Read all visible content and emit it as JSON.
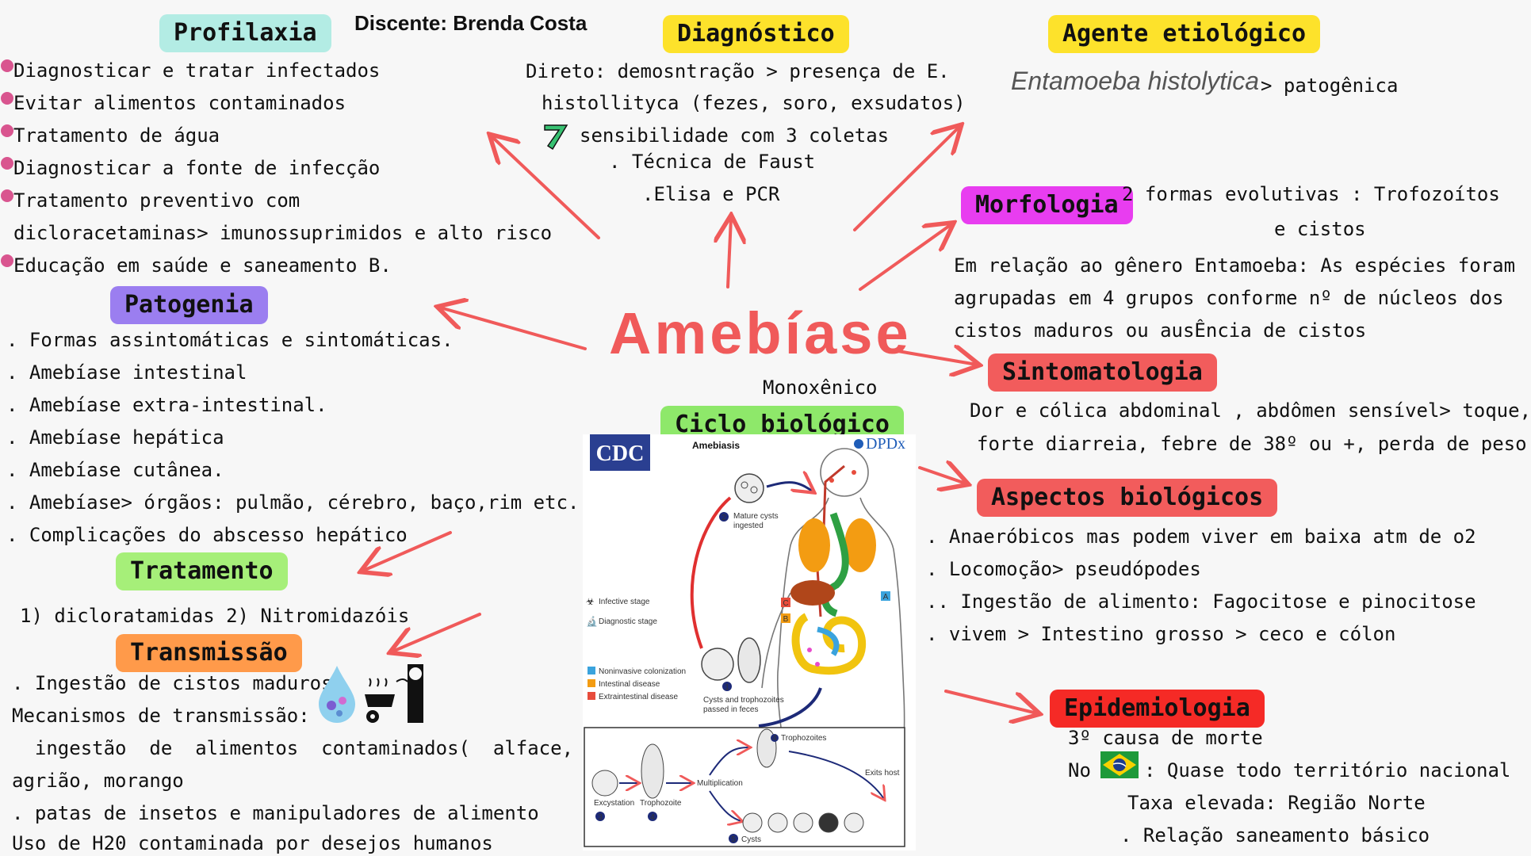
{
  "title": "Amebíase",
  "student": "Discente: Brenda Costa",
  "colors": {
    "profilaxia": "#b3ece4",
    "diagnostico": "#fde22b",
    "agente": "#fde22b",
    "morfologia": "#e83df0",
    "patogenia": "#9b7ef0",
    "sintomatologia": "#f25c5c",
    "aspectos": "#f25c5c",
    "ciclo": "#8ee86a",
    "tratamento": "#a6ef79",
    "transmissao": "#ff9a4a",
    "epidemiologia": "#f52a26",
    "arrow": "#f05a5a"
  },
  "profilaxia": {
    "label": "Profilaxia",
    "items": [
      "Diagnosticar e tratar infectados",
      "Evitar alimentos contaminados",
      "Tratamento de água",
      "Diagnosticar a fonte de infecção",
      "Tratamento preventivo com",
      "dicloracetaminas> imunossuprimidos e alto risco",
      "Educação em saúde e saneamento B."
    ]
  },
  "diagnostico": {
    "label": "Diagnóstico",
    "lines": [
      "Direto: demosntração > presença de E.",
      "histollityca (fezes, soro, exsudatos)",
      "sensibilidade com 3 coletas",
      ". Técnica de Faust",
      ".Elisa e PCR"
    ]
  },
  "agente": {
    "label": "Agente etiológico",
    "species": "Entamoeba histolytica",
    "suffix": "> patogênica"
  },
  "morfologia": {
    "label": "Morfologia",
    "lines": [
      "2 formas evolutivas  : Trofozoítos",
      "e cistos",
      "Em relação ao gênero Entamoeba: As espécies foram",
      "agrupadas em 4 grupos conforme nº de núcleos dos",
      "cistos maduros ou ausÊncia de cistos"
    ]
  },
  "patogenia": {
    "label": "Patogenia",
    "items": [
      ". Formas assintomáticas e sintomáticas.",
      ". Amebíase intestinal",
      ". Amebíase extra-intestinal.",
      ". Amebíase hepática",
      ". Amebíase cutânea.",
      ". Amebíase> órgãos: pulmão, cérebro, baço,rim etc.",
      ". Complicações do abscesso hepático"
    ]
  },
  "sintomatologia": {
    "label": "Sintomatologia",
    "lines": [
      "Dor e cólica abdominal , abdômen sensível> toque,",
      "forte diarreia, febre de 38º ou +, perda de peso"
    ]
  },
  "ciclo": {
    "label": "Ciclo biológico",
    "tag": "Monoxênico",
    "figure": {
      "cdc": "CDC",
      "title": "Amebiasis",
      "dpdx": "DPDx",
      "mature": [
        "Mature cysts",
        "ingested"
      ],
      "infective": "Infective stage",
      "diagnostic": "Diagnostic stage",
      "legend": [
        "Noninvasive colonization",
        "Intestinal disease",
        "Extraintestinal disease"
      ],
      "passed": [
        "Cysts and trophozoites",
        "passed in feces"
      ],
      "excystation": "Excystation",
      "trophozoite": "Trophozoite",
      "multiplication": "Multiplication",
      "trophozoites": "Trophozoites",
      "cysts": "Cysts",
      "exits": "Exits host"
    }
  },
  "aspectos": {
    "label": "Aspectos biológicos",
    "lines": [
      ". Anaeróbicos mas podem viver em baixa atm de o2",
      ". Locomoção> pseudópodes",
      ".. Ingestão de alimento: Fagocitose e pinocitose",
      ". vivem > Intestino grosso > ceco e cólon"
    ]
  },
  "tratamento": {
    "label": "Tratamento",
    "line": "1) dicloratamidas  2) Nitromidazóis"
  },
  "transmissao": {
    "label": "Transmissão",
    "lines": [
      ". Ingestão de cistos maduros",
      "Mecanismos de transmissão:",
      "  ingestão  de  alimentos  contaminados(  alface,",
      "agrião, morango",
      ". patas de insetos e manipuladores de alimento",
      "Uso de H20 contaminada por desejos humanos"
    ]
  },
  "epidemiologia": {
    "label": "Epidemiologia",
    "lines": [
      "3º causa de morte",
      "No",
      ": Quase todo território nacional",
      "Taxa elevada: Região Norte",
      ". Relação saneamento básico"
    ]
  }
}
